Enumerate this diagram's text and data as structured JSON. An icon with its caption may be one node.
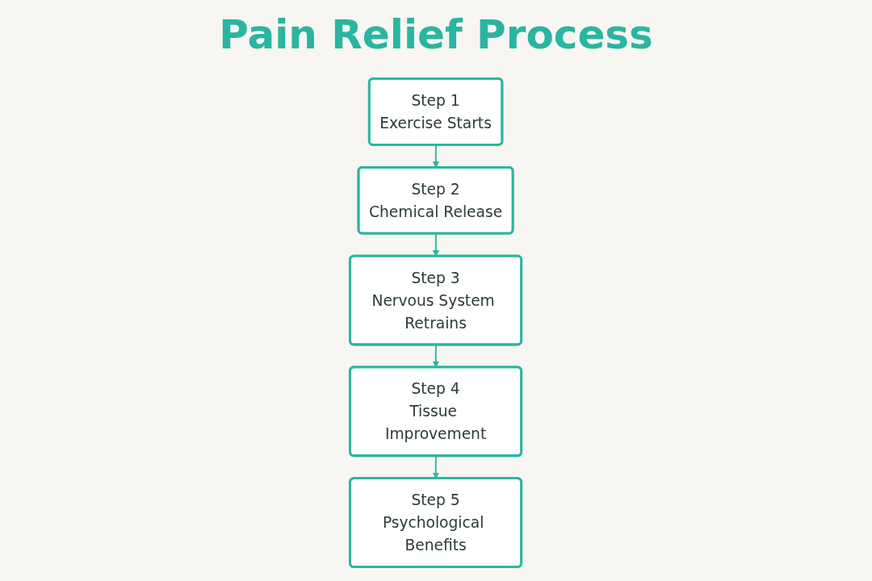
{
  "diagram": {
    "title": "Pain Relief Process",
    "nodes": [
      {
        "text": [
          "Step 1",
          "Exercise Starts"
        ]
      },
      {
        "text": [
          "Step 2",
          "Chemical Release"
        ]
      },
      {
        "text": [
          "Step 3",
          "Nervous System Retrains"
        ]
      },
      {
        "text": [
          "Step 4",
          "Tissue Improvement"
        ]
      },
      {
        "text": [
          "Step 5",
          "Psychological Benefits"
        ]
      }
    ],
    "edges": [
      {
        "from": 0,
        "to": 1,
        "arrow": "to"
      },
      {
        "from": 1,
        "to": 2,
        "arrow": "to"
      },
      {
        "from": 2,
        "to": 3,
        "arrow": "to"
      },
      {
        "from": 3,
        "to": 4,
        "arrow": "to"
      }
    ]
  }
}
